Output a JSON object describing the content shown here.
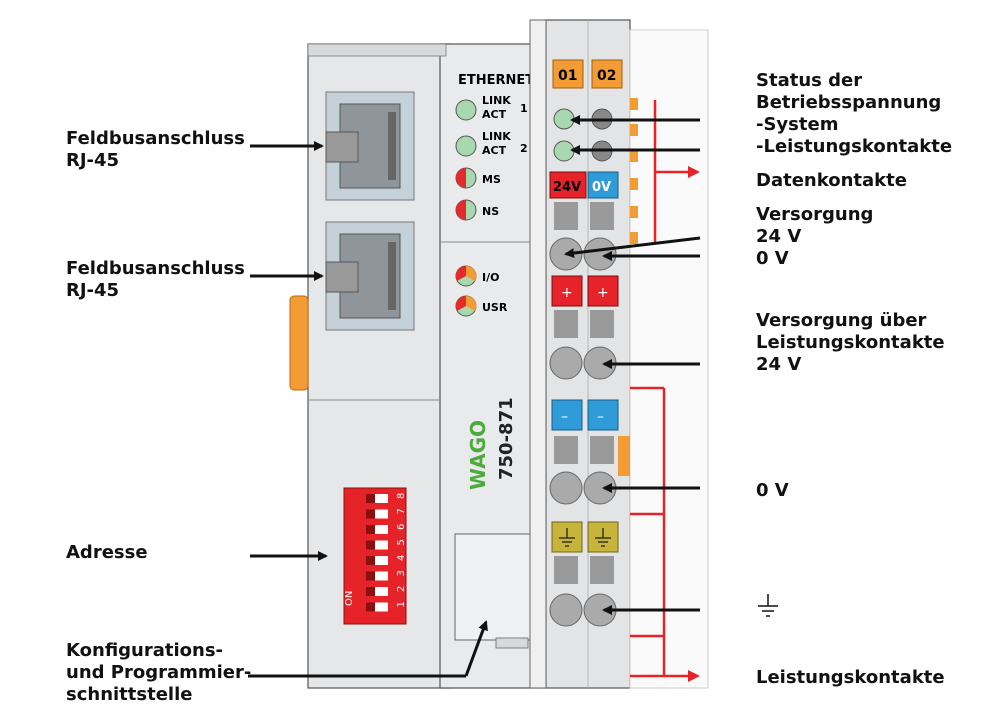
{
  "labels": {
    "rj45_top": "Feldbusanschluss\nRJ-45",
    "rj45_bottom": "Feldbusanschluss\nRJ-45",
    "address": "Adresse",
    "config": "Konfigurations-\nund Programmier-\nschnittstelle",
    "status": "Status der\nBetriebsspannung\n-System\n-Leistungskontakte",
    "data_contacts": "Datenkontakte",
    "supply": "Versorgung\n24 V\n0 V",
    "supply_power": "Versorgung über\nLeistungskontakte\n24 V",
    "zero_v": "0 V",
    "power_contacts": "Leistungskontakte"
  },
  "device": {
    "bus_title": "ETHERNET",
    "led_link_act_1_a": "LINK",
    "led_link_act_1_b": "ACT",
    "led_link_act_1_num": "1",
    "led_link_act_2_a": "LINK",
    "led_link_act_2_b": "ACT",
    "led_link_act_2_num": "2",
    "led_ms": "MS",
    "led_ns": "NS",
    "led_io": "I/O",
    "led_usr": "USR",
    "brand": "WAGO",
    "model": "750-871",
    "dip_on": "ON",
    "dip_numbers": [
      "1",
      "2",
      "3",
      "4",
      "5",
      "6",
      "7",
      "8"
    ]
  },
  "terminals": {
    "tag_01": "01",
    "tag_02": "02",
    "label_24v": "24V",
    "label_0v": "0V",
    "plus": "+",
    "minus": "–"
  },
  "colors": {
    "housing": "#e6e7e8",
    "housing_dark": "#cfd1d3",
    "led_green": "#a8d8b0",
    "led_red": "#e32b2b",
    "orange": "#f39c34",
    "red_block": "#e52329",
    "blue_block": "#2f9bd8",
    "ground_block": "#c7b43a",
    "dip_red": "#e52329",
    "arrow_red": "#e52329"
  }
}
